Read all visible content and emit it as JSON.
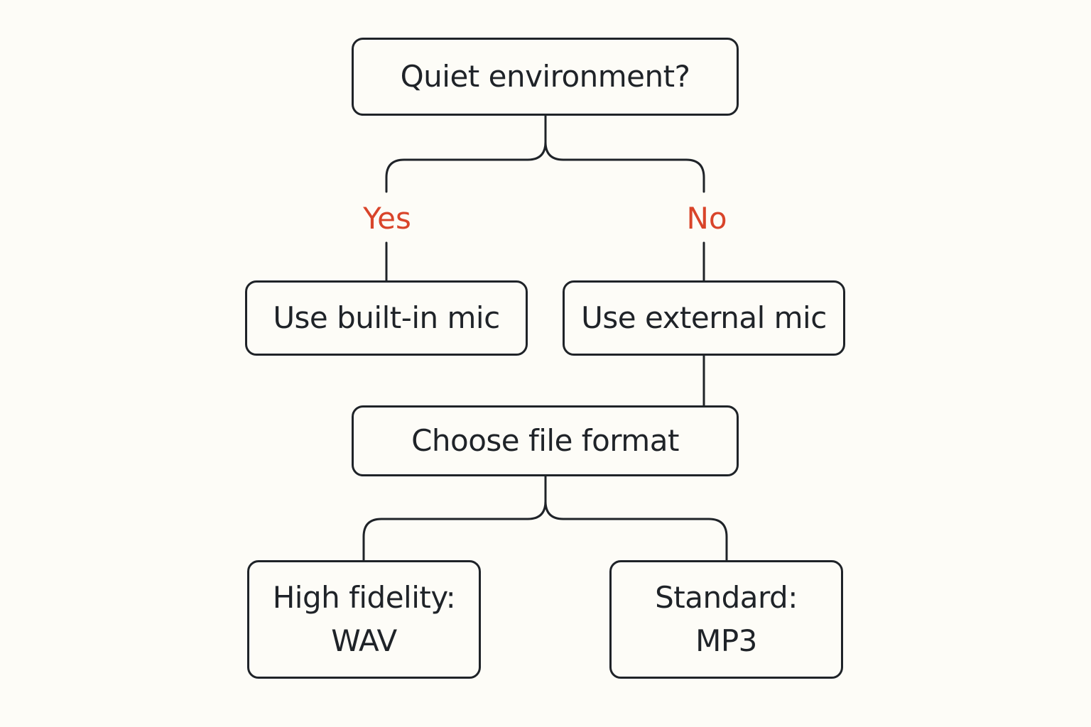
{
  "colors": {
    "background": "#fdfcf7",
    "stroke": "#1f2328",
    "text": "#1f2328",
    "branch_label": "#d9442a"
  },
  "nodes": {
    "quiet_environment": {
      "text": "Quiet environment?"
    },
    "built_in_mic": {
      "text": "Use built-in mic"
    },
    "external_mic": {
      "text": "Use external mic"
    },
    "choose_format": {
      "text": "Choose file format"
    },
    "high_fidelity": {
      "line1": "High fidelity:",
      "line2": "WAV"
    },
    "standard": {
      "line1": "Standard:",
      "line2": "MP3"
    }
  },
  "branch_labels": {
    "yes": "Yes",
    "no": "No"
  }
}
